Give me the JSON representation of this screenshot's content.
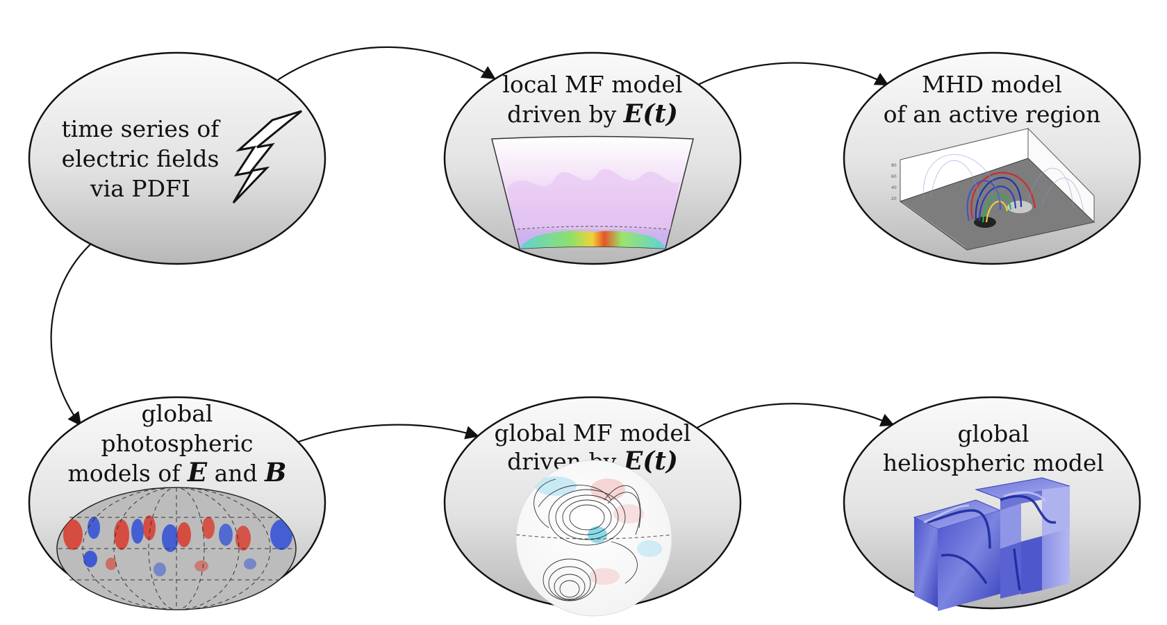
{
  "nodes": {
    "pdfi": {
      "lines": [
        "time series of",
        "electric fields",
        "via PDFI"
      ],
      "icon": "lightning-bolt-icon"
    },
    "local_mf": {
      "line1": "local MF model",
      "line2_text": "driven by",
      "line2_math": "E(t)",
      "image": "local-mf-simulation-image"
    },
    "mhd": {
      "lines": [
        "MHD model",
        "of an active region"
      ],
      "image": "mhd-active-region-3d-plot"
    },
    "photospheric": {
      "line1": "global",
      "line2": "photospheric",
      "line3_text1": "models of",
      "line3_math1": "E",
      "line3_text2": "and",
      "line3_math2": "B",
      "image": "photospheric-map-image"
    },
    "global_mf": {
      "line1": "global MF model",
      "line2_text": "driven by",
      "line2_math": "E(t)",
      "image": "global-mf-sphere-image"
    },
    "heliospheric": {
      "lines": [
        "global",
        "heliospheric model"
      ],
      "image": "heliospheric-cutaway-cube-image"
    }
  },
  "colors": {
    "node_fill_top": "#f8f8f8",
    "node_fill_bottom": "#bdbdbd",
    "stroke": "#111111",
    "red_field": "#d93a2b",
    "blue_field": "#2f4fd6",
    "helio_blue": "#3f4fcf"
  }
}
